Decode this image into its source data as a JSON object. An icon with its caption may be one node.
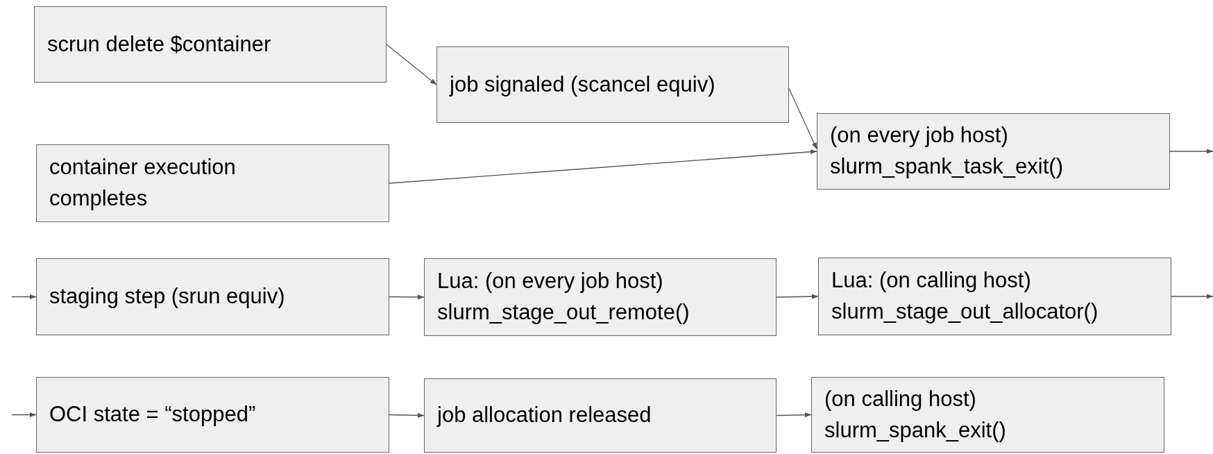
{
  "diagram": {
    "nodes": [
      {
        "text": [
          "scrun delete $container"
        ]
      },
      {
        "text": [
          "job signaled (scancel equiv)"
        ]
      },
      {
        "text": [
          "container execution completes"
        ]
      },
      {
        "text": [
          "(on every job host) slurm_spank_task_exit()"
        ]
      },
      {
        "text": [
          "staging step (srun equiv)"
        ]
      },
      {
        "text": [
          "Lua: (on every job host) slurm_stage_out_remote()"
        ]
      },
      {
        "text": [
          "Lua: (on calling host) slurm_stage_out_allocator()"
        ]
      },
      {
        "text": [
          "OCI state = “stopped”"
        ]
      },
      {
        "text": [
          "job allocation released"
        ]
      },
      {
        "text": [
          "(on calling host) slurm_spank_exit()"
        ]
      }
    ],
    "edges": [
      {
        "from": 0,
        "to": 1,
        "arrow": "to"
      },
      {
        "from": 1,
        "to": 3,
        "arrow": "to"
      },
      {
        "from": 2,
        "to": 3,
        "arrow": "to"
      },
      {
        "from": 3,
        "to": null,
        "arrow": "to"
      },
      {
        "from": null,
        "to": 4,
        "arrow": "to"
      },
      {
        "from": 4,
        "to": 5,
        "arrow": "to"
      },
      {
        "from": 5,
        "to": 6,
        "arrow": "to"
      },
      {
        "from": 6,
        "to": null,
        "arrow": "to"
      },
      {
        "from": null,
        "to": 7,
        "arrow": "to"
      },
      {
        "from": 7,
        "to": 8,
        "arrow": "to"
      },
      {
        "from": 8,
        "to": 9,
        "arrow": "to"
      }
    ]
  }
}
